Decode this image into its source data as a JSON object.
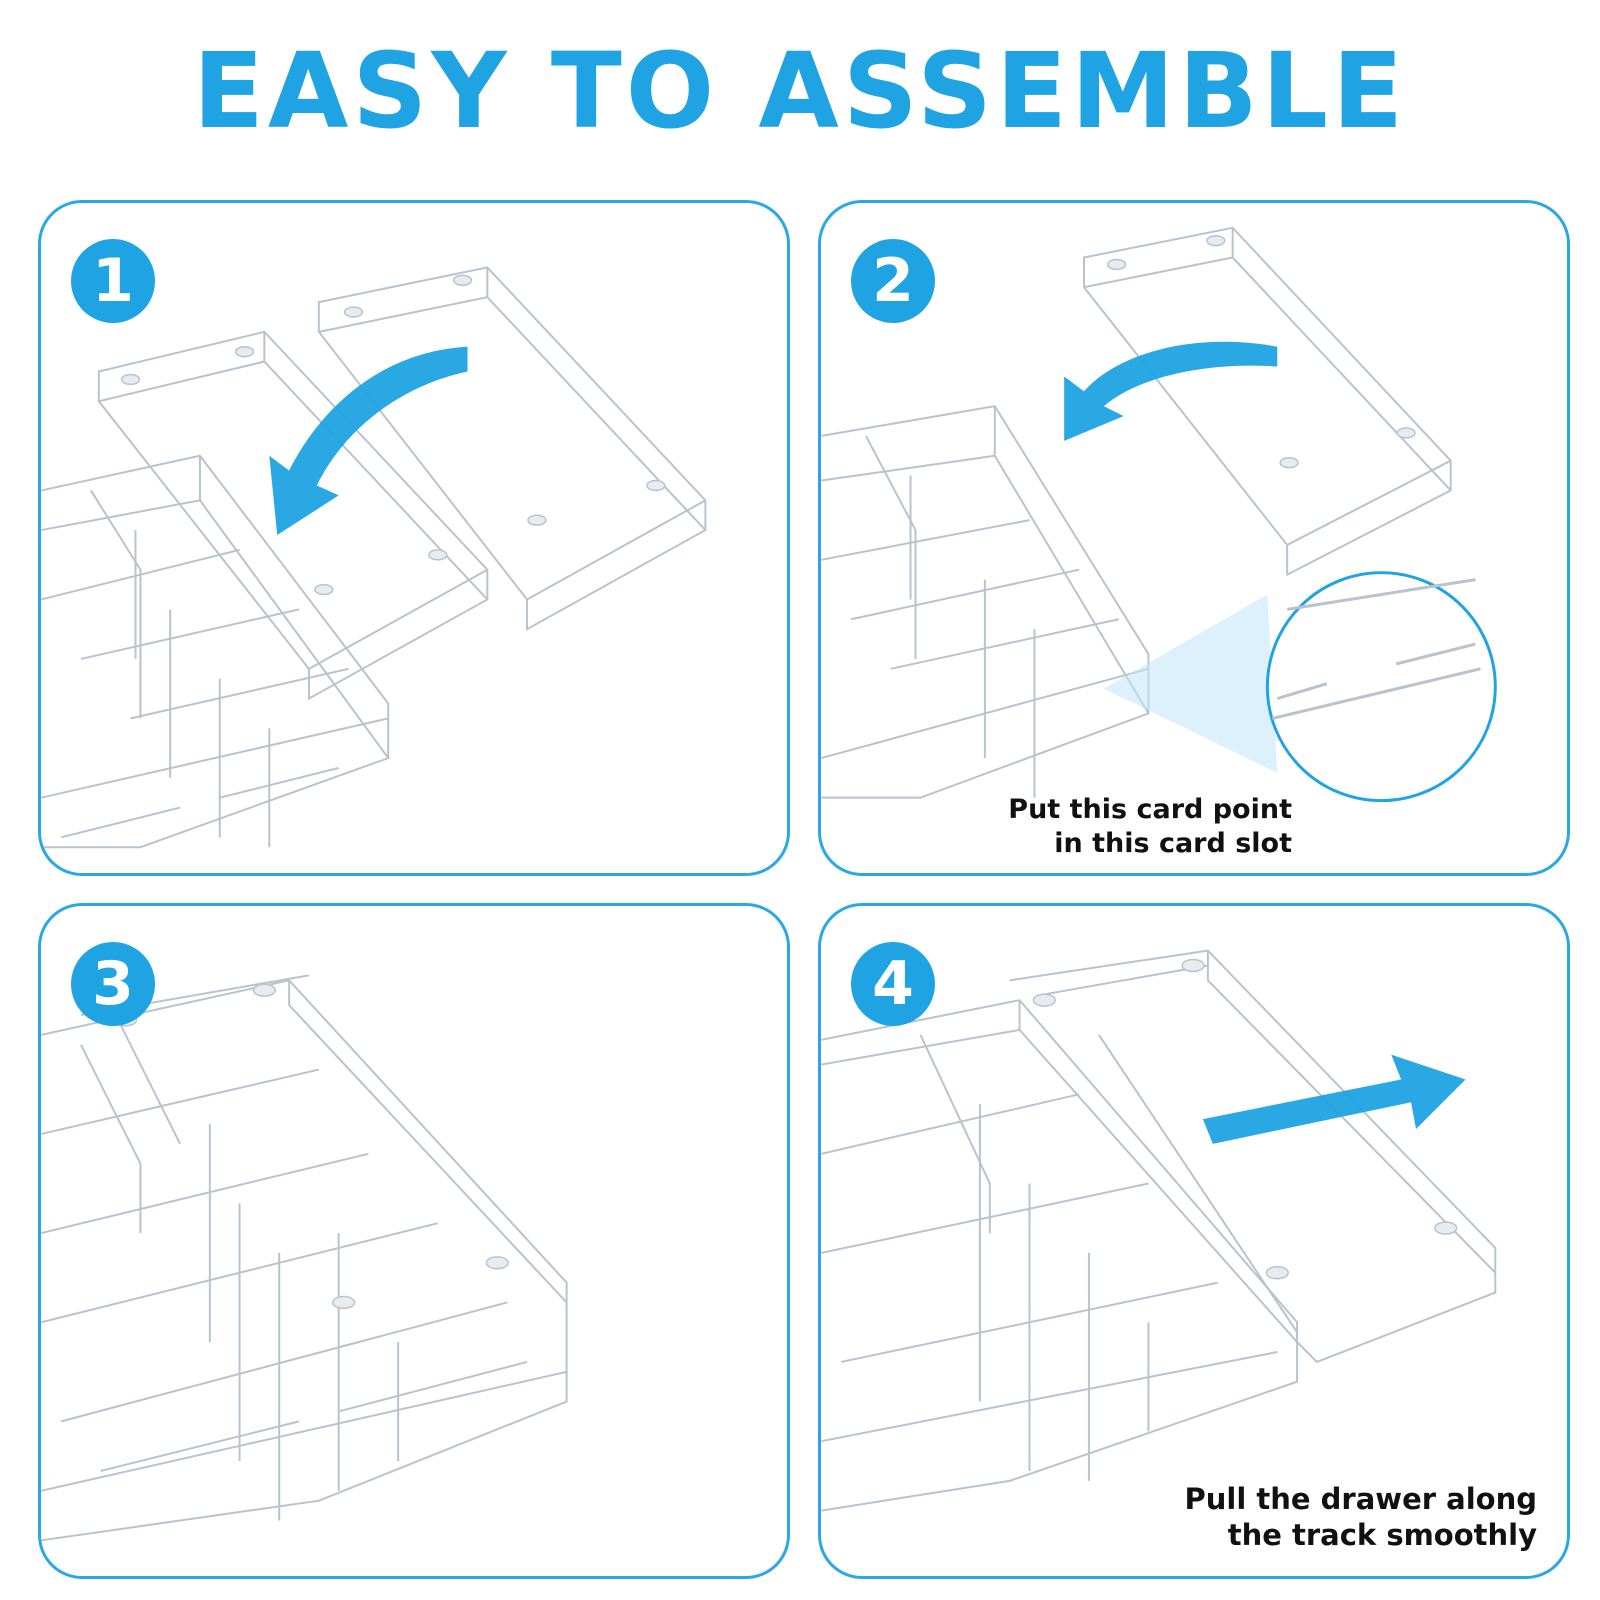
{
  "title": "EASY TO ASSEMBLE",
  "colors": {
    "accent": "#1fa3e3",
    "panel_border": "#2aa8e6",
    "acrylic_line": "#b9c3cc"
  },
  "steps": [
    {
      "number": "1",
      "caption": []
    },
    {
      "number": "2",
      "caption": [
        "Put this card point",
        "in this card slot"
      ]
    },
    {
      "number": "3",
      "caption": []
    },
    {
      "number": "4",
      "caption": [
        "Pull the drawer along",
        "the track smoothly"
      ]
    }
  ]
}
